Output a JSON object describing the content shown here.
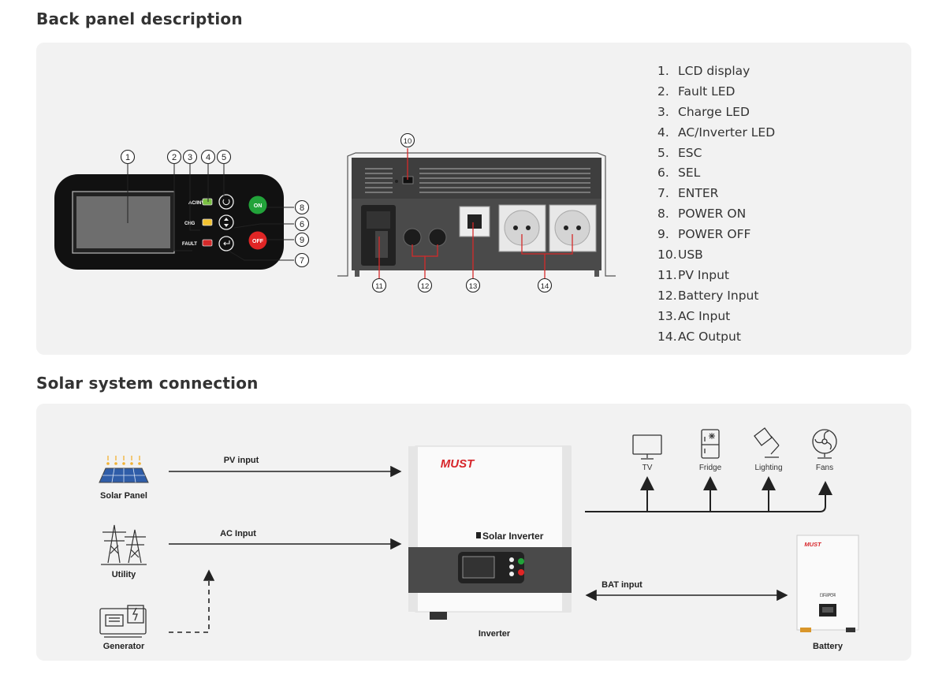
{
  "back_panel": {
    "title": "Back panel description",
    "items": [
      {
        "num": "1.",
        "label": "LCD display"
      },
      {
        "num": "2.",
        "label": "Fault LED"
      },
      {
        "num": "3.",
        "label": "Charge LED"
      },
      {
        "num": "4.",
        "label": "AC/Inverter LED"
      },
      {
        "num": "5.",
        "label": "ESC"
      },
      {
        "num": "6.",
        "label": "SEL"
      },
      {
        "num": "7.",
        "label": "ENTER"
      },
      {
        "num": "8.",
        "label": "POWER ON"
      },
      {
        "num": "9.",
        "label": "POWER OFF"
      },
      {
        "num": "10.",
        "label": "USB"
      },
      {
        "num": "11.",
        "label": "PV Input"
      },
      {
        "num": "12.",
        "label": "Battery Input"
      },
      {
        "num": "13.",
        "label": "AC Input"
      },
      {
        "num": "14.",
        "label": "AC Output"
      }
    ],
    "callouts": [
      "1",
      "2",
      "3",
      "4",
      "5",
      "6",
      "7",
      "8",
      "9",
      "10",
      "11",
      "12",
      "13",
      "14"
    ],
    "led_labels": {
      "acinv": "AC/INV",
      "chg": "CHG",
      "fault": "FAULT"
    },
    "button_labels": {
      "on": "ON",
      "off": "OFF"
    }
  },
  "solar": {
    "title": "Solar system connection",
    "sources": {
      "solar_panel": "Solar Panel",
      "utility": "Utility",
      "generator": "Generator"
    },
    "flows": {
      "pv": "PV input",
      "ac": "AC Input",
      "bat": "BAT input"
    },
    "inverter": {
      "label": "Inverter",
      "brand": "MUST",
      "model": "Solar Inverter"
    },
    "loads": [
      "TV",
      "Fridge",
      "Lighting",
      "Fans"
    ],
    "battery": {
      "label": "Battery",
      "brand": "MUST",
      "chem": "LiFePO4"
    }
  },
  "colors": {
    "panel_bg": "#f2f2f2",
    "on_green": "#22a33a",
    "off_red": "#e02525",
    "brand_red": "#d7262b",
    "device_dark": "#4a4a4a"
  }
}
